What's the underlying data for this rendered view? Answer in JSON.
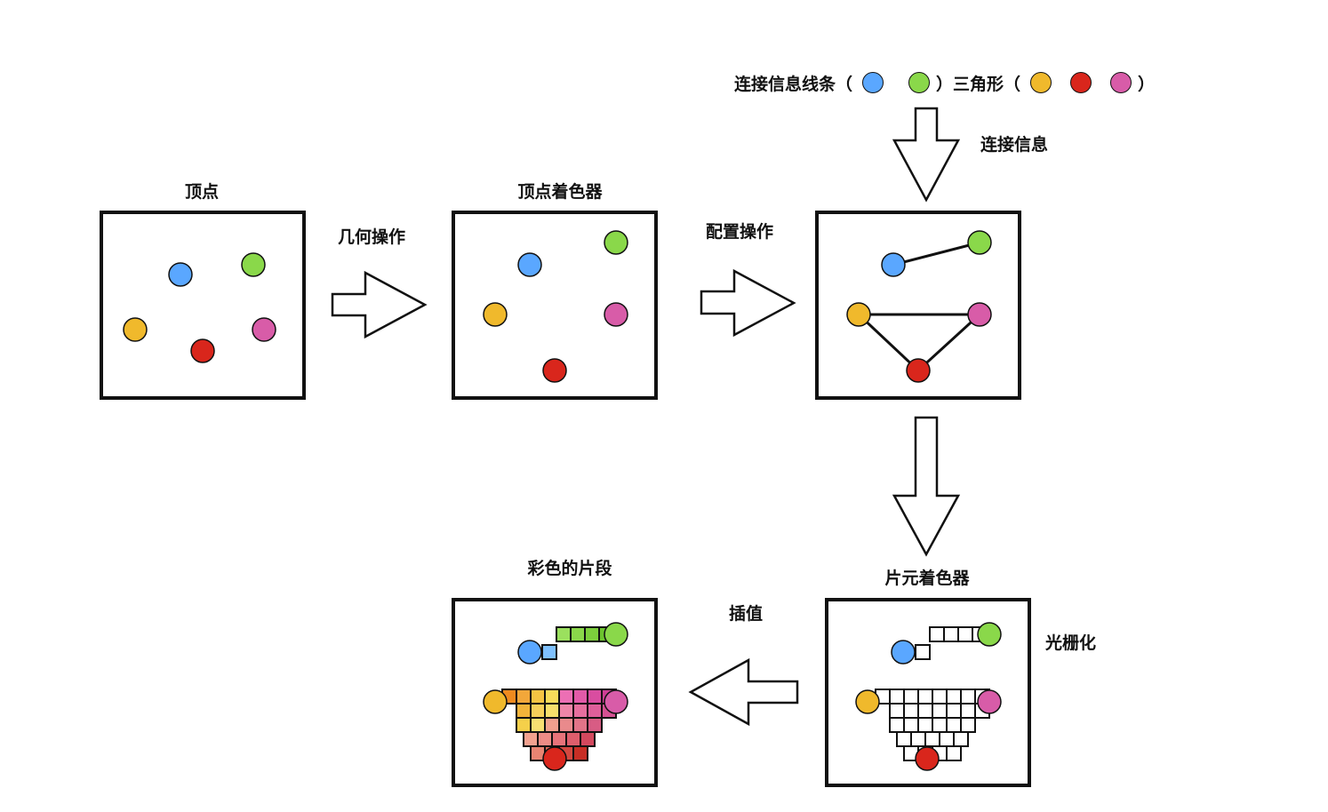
{
  "colors": {
    "blue": "#5aa7ff",
    "green": "#8ad84a",
    "yellow": "#f0b92c",
    "red": "#d9261c",
    "pink": "#d85ca8",
    "stroke": "#111111"
  },
  "labels": {
    "vertices": "顶点",
    "geometry_op": "几何操作",
    "vertex_shader": "顶点着色器",
    "config_op": "配置操作",
    "connect_info": "连接信息",
    "fragment_shader": "片元着色器",
    "rasterize": "光栅化",
    "interpolate": "插值",
    "colored_fragments": "彩色的片段"
  },
  "legend": {
    "line_text": "连接信息线条（",
    "line_close": "）",
    "triangle_text": "三角形（",
    "triangle_close": "）",
    "line_dots": [
      "blue",
      "green"
    ],
    "triangle_dots": [
      "yellow",
      "red",
      "pink"
    ]
  }
}
